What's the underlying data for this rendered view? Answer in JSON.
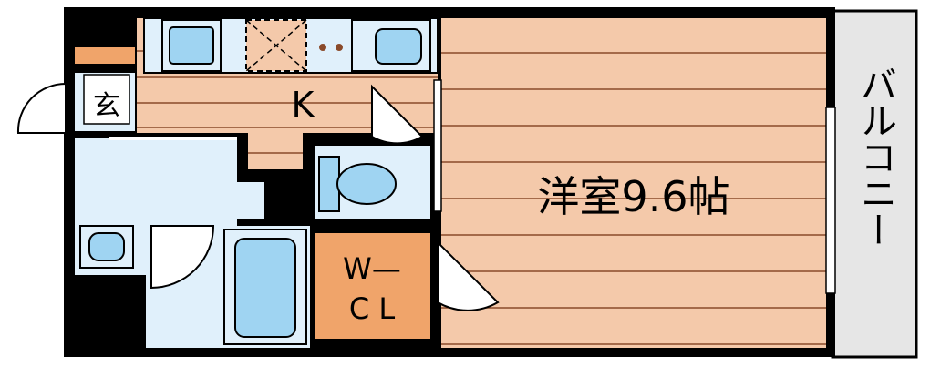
{
  "rooms": {
    "western": "洋室9.6帖",
    "kitchen": "K",
    "entrance": "玄",
    "balcony": "バルコニー",
    "closet_top": "W—",
    "closet_bottom": "C L"
  },
  "colors": {
    "floor_wood": "#f4c9aa",
    "floor_line": "#8a4a2a",
    "wet_area": "#e0f0fb",
    "fixture": "#9fd4f2",
    "closet": "#f0a46a",
    "wall": "#000000",
    "balcony": "#e6e6e6",
    "shoe_box": "#f0a46a"
  },
  "icons": [
    "sink-icon",
    "stove-icon",
    "toilet-icon",
    "bathtub-icon",
    "washbasin-icon",
    "door-swing-icon"
  ]
}
